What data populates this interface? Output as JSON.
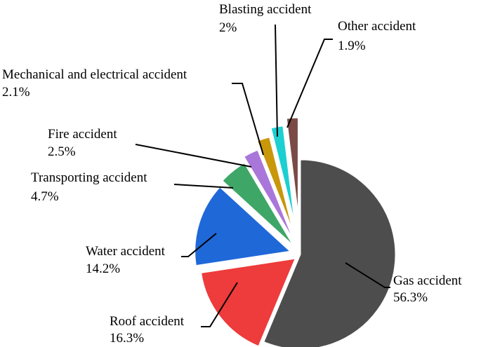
{
  "chart_data": {
    "type": "pie",
    "title": "",
    "slices": [
      {
        "label": "Gas accident",
        "value": 56.3,
        "value_label": "56.3%",
        "color": "#4d4d4d"
      },
      {
        "label": "Roof accident",
        "value": 16.3,
        "value_label": "16.3%",
        "color": "#ee3b3b"
      },
      {
        "label": "Water accident",
        "value": 14.2,
        "value_label": "14.2%",
        "color": "#1f68d8"
      },
      {
        "label": "Transporting accident",
        "value": 4.7,
        "value_label": "4.7%",
        "color": "#3ea768"
      },
      {
        "label": "Fire accident",
        "value": 2.5,
        "value_label": "2.5%",
        "color": "#a977d9"
      },
      {
        "label": "Mechanical and electrical accident",
        "value": 2.1,
        "value_label": "2.1%",
        "color": "#c8970a"
      },
      {
        "label": "Blasting accident",
        "value": 2.0,
        "value_label": "2%",
        "color": "#1ccfd0"
      },
      {
        "label": "Other accident",
        "value": 1.9,
        "value_label": "1.9%",
        "color": "#7a4a47"
      }
    ],
    "legend": "none",
    "start_angle": "12 o'clock",
    "direction": "clockwise",
    "exploded": "all slices except Gas accident"
  }
}
